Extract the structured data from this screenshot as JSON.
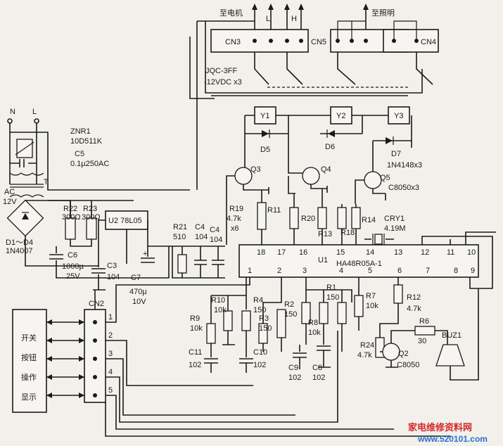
{
  "labels": {
    "to_motor": "至电机",
    "to_light": "至照明",
    "L_top": "L",
    "H_top": "H",
    "CN3": "CN3",
    "CN5": "CN5",
    "CN4": "CN4",
    "relay_type": "JQC-3FF",
    "relay_spec": "-12VDC x3",
    "N": "N",
    "L": "L",
    "ZNR1": "ZNR1",
    "ZNR1_val": "10D511K",
    "C5": "C5",
    "C5_val": "0.1µ250AC",
    "T": "T",
    "AC": "AC",
    "AC12V": "12V",
    "D1D4": "D1～D4",
    "D_type": "1N4007",
    "R22": "R22",
    "R22_val": "300Ω",
    "R23": "R23",
    "R23_val": "300Ω",
    "U2": "U2  78L05",
    "C6": "C6",
    "C6_val": "1000µ",
    "C6_v": "25V",
    "C3": "C3",
    "C3_val": "104",
    "C7": "C7",
    "C7_val": "470µ",
    "C7_v": "10V",
    "R21": "R21",
    "R21_val": "510",
    "C4a": "C4",
    "C4a_val": "104",
    "C4b": "C4",
    "C4b_val": "104",
    "Y1": "Y1",
    "Y2": "Y2",
    "Y3": "Y3",
    "D5": "D5",
    "D6": "D6",
    "D7": "D7",
    "D7_type": "1N4148x3",
    "Q3": "Q3",
    "Q4": "Q4",
    "Q5": "Q5",
    "Q5_type": "C8050x3",
    "R19": "R19",
    "R19_val": "4.7k",
    "R19_n": "x6",
    "R11": "R11",
    "R20": "R20",
    "R13": "R13",
    "R18": "R18",
    "R14": "R14",
    "CRY1": "CRY1",
    "CRY1_val": "4.19M",
    "U1": "U1",
    "U1_type": "HA48R05A-1",
    "pins_top": [
      "18",
      "17",
      "16",
      "15",
      "14",
      "13",
      "12",
      "11",
      "10"
    ],
    "pins_bottom": [
      "1",
      "2",
      "3",
      "4",
      "5",
      "6",
      "7",
      "8",
      "9"
    ],
    "R10": "R10",
    "R10_val": "10k",
    "R4": "R4",
    "R4_val": "150",
    "R9": "R9",
    "R9_val": "10k",
    "R3": "R3",
    "R3_val": "150",
    "R2": "R2",
    "R2_val": "150",
    "R1": "R1",
    "R1_val": "150",
    "R8": "R8",
    "R8_val": "10k",
    "R7": "R7",
    "R7_val": "10k",
    "R12": "R12",
    "R12_val": "4.7k",
    "R6": "R6",
    "R6_val": "30",
    "BUZ1": "BUZ1",
    "R24": "R24",
    "R24_val": "4.7k",
    "Q2": "Q2",
    "Q2_type": "C8050",
    "C11": "C11",
    "C11_val": "102",
    "C10": "C10",
    "C10_val": "102",
    "C9": "C9",
    "C9_val": "102",
    "C8": "C8",
    "C8_val": "102",
    "CN2": "CN2",
    "cn2_pins": [
      "1",
      "2",
      "3",
      "4",
      "5"
    ],
    "panel_lines": [
      "开关",
      "按钮",
      "操作",
      "显示"
    ],
    "watermark_cn": "家电维修资料网",
    "watermark_url": "www.520101.com"
  }
}
